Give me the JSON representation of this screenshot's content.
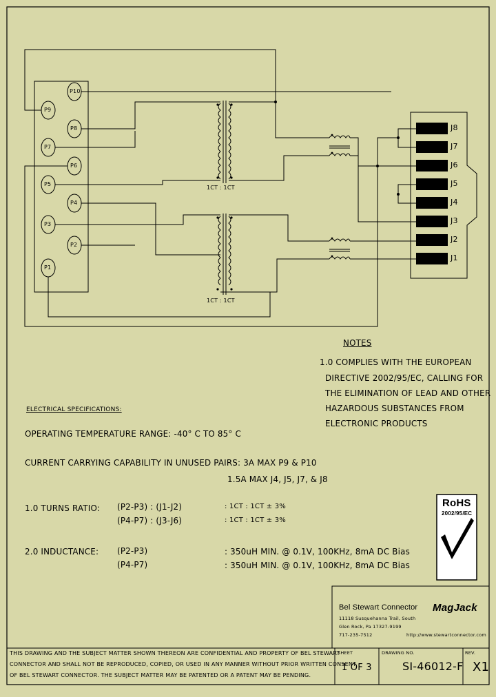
{
  "schematic": {
    "pins_left": [
      "P10",
      "P9",
      "P8",
      "P7",
      "P6",
      "P5",
      "P4",
      "P3",
      "P2",
      "P1"
    ],
    "pins_right": [
      "J8",
      "J7",
      "J6",
      "J5",
      "J4",
      "J3",
      "J2",
      "J1"
    ],
    "transformer_upper_label": "1CT : 1CT",
    "transformer_lower_label": "1CT : 1CT"
  },
  "notes": {
    "title": "NOTES",
    "lines": [
      "1.0  COMPLIES WITH THE EUROPEAN",
      "DIRECTIVE 2002/95/EC, CALLING FOR",
      "THE ELIMINATION OF LEAD AND OTHER",
      "HAZARDOUS SUBSTANCES FROM",
      "ELECTRONIC PRODUCTS"
    ]
  },
  "specs": {
    "heading": "ELECTRICAL SPECIFICATIONS:",
    "operating_temp": "OPERATING TEMPERATURE RANGE: -40° C  TO 85° C",
    "current_line1": "CURRENT CARRYING CAPABILITY IN UNUSED PAIRS: 3A MAX P9 & P10",
    "current_line2": "1.5A MAX J4, J5, J7, & J8",
    "turns_label": "1.0  TURNS RATIO:",
    "turns_pair1": "(P2-P3) : (J1-J2)",
    "turns_pair2": "(P4-P7) : (J3-J6)",
    "turns_val1": ":  1CT : 1CT ± 3%",
    "turns_val2": ":  1CT : 1CT ± 3%",
    "ind_label": "2.0  INDUCTANCE:",
    "ind_pair1": "(P2-P3)",
    "ind_pair2": "(P4-P7)",
    "ind_val1": ":  350uH MIN. @ 0.1V, 100KHz, 8mA DC Bias",
    "ind_val2": ":  350uH MIN. @ 0.1V, 100KHz, 8mA DC Bias"
  },
  "rohs": {
    "title": "RoHS",
    "directive": "2002/95/EC"
  },
  "title_block": {
    "company": "Bel Stewart Connector",
    "address1": "11118 Susquehanna Trail, South",
    "address2": "Glen Rock, Pa  17327-9199",
    "phone": "717-235-7512",
    "brand": "MagJack",
    "url": "http://www.stewartconnector.com",
    "sheet_label": "SHEET",
    "sheet_value": "1 OF 3",
    "drawing_label": "DRAWING NO.",
    "drawing_value": "SI-46012-F",
    "rev_label": "REV.",
    "rev_value": "X1",
    "confidential_line1": "THIS DRAWING AND THE SUBJECT MATTER SHOWN THEREON ARE CONFIDENTIAL AND PROPERTY OF BEL STEWART",
    "confidential_line2": "CONNECTOR AND SHALL NOT BE REPRODUCED, COPIED, OR USED IN ANY MANNER WITHOUT PRIOR WRITTEN CONSENT",
    "confidential_line3": "OF BEL STEWART CONNECTOR.  THE SUBJECT MATTER MAY BE PATENTED OR A PATENT MAY BE PENDING."
  }
}
